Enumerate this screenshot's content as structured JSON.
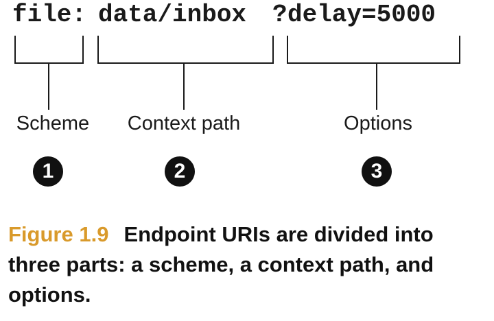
{
  "uri": {
    "scheme": "file:",
    "context_path": "data/inbox",
    "separator": "?",
    "options": "delay=5000"
  },
  "parts": [
    {
      "label": "Scheme",
      "number": "1"
    },
    {
      "label": "Context path",
      "number": "2"
    },
    {
      "label": "Options",
      "number": "3"
    }
  ],
  "caption": {
    "label": "Figure 1.9",
    "text": "Endpoint URIs are divided into three parts: a scheme, a context path, and options."
  },
  "colors": {
    "caption_label": "#d99a2b",
    "badge": "#111111",
    "text": "#1a1a1a"
  }
}
